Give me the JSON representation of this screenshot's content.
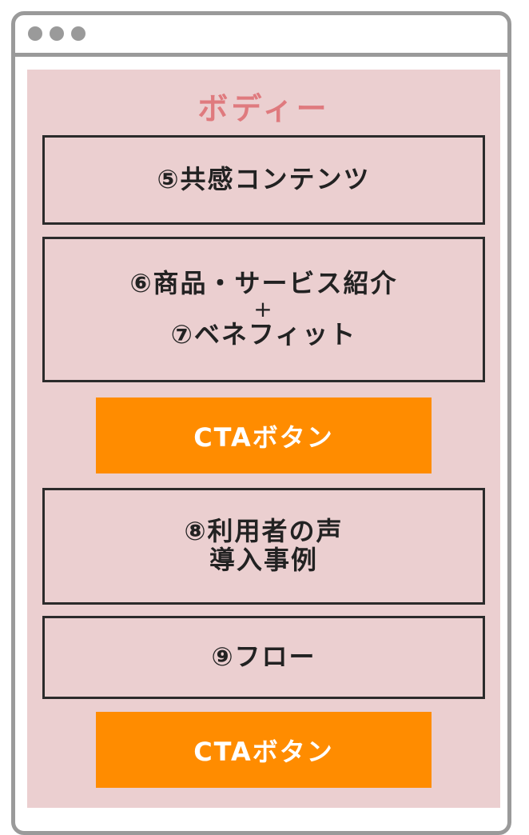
{
  "section_title": "ボディー",
  "blocks": {
    "empathy": "⑤共感コンテンツ",
    "product_line1": "⑥商品・サービス紹介",
    "product_plus": "+",
    "product_line2": "⑦ベネフィット",
    "testimonials_line1": "⑧利用者の声",
    "testimonials_line2": "導入事例",
    "flow": "⑨フロー"
  },
  "cta": {
    "first_label": "CTAボタン",
    "second_label": "CTAボタン"
  },
  "colors": {
    "frame": "#9a9a9a",
    "body_background": "#ebcfd0",
    "title_text": "#df7a7e",
    "cta_background": "#ff8c00",
    "box_border": "#2b2b2b"
  }
}
